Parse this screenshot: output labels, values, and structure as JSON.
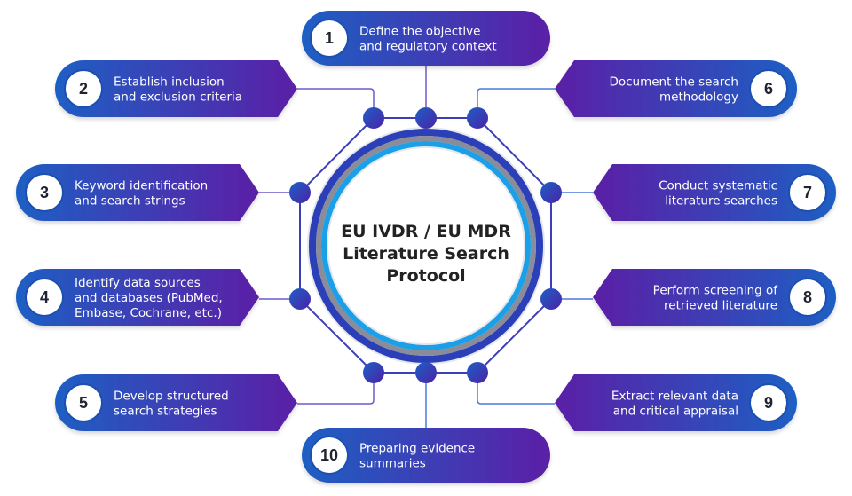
{
  "center": {
    "lines": [
      "EU IVDR / EU MDR",
      "Literature Search",
      "Protocol"
    ]
  },
  "colors": {
    "blue": "#1e5fc4",
    "purple": "#5b1fa6",
    "ring_blue": "#2a3fb8",
    "ring_gray": "#8a8d99",
    "ring_cyan": "#1aa0e8"
  },
  "steps": [
    {
      "number": "1",
      "lines": [
        "Define the objective",
        "and regulatory context"
      ]
    },
    {
      "number": "2",
      "lines": [
        "Establish inclusion",
        "and exclusion criteria"
      ]
    },
    {
      "number": "3",
      "lines": [
        "Keyword identification",
        "and search strings"
      ]
    },
    {
      "number": "4",
      "lines": [
        "Identify data sources",
        "and databases (PubMed,",
        "Embase, Cochrane, etc.)"
      ]
    },
    {
      "number": "5",
      "lines": [
        "Develop structured",
        "search strategies"
      ]
    },
    {
      "number": "6",
      "lines": [
        "Document the search",
        "methodology"
      ]
    },
    {
      "number": "7",
      "lines": [
        "Conduct systematic",
        "literature searches"
      ]
    },
    {
      "number": "8",
      "lines": [
        "Perform screening of",
        "retrieved literature"
      ]
    },
    {
      "number": "9",
      "lines": [
        "Extract relevant data",
        "and critical appraisal"
      ]
    },
    {
      "number": "10",
      "lines": [
        "Preparing evidence",
        "summaries"
      ]
    }
  ]
}
